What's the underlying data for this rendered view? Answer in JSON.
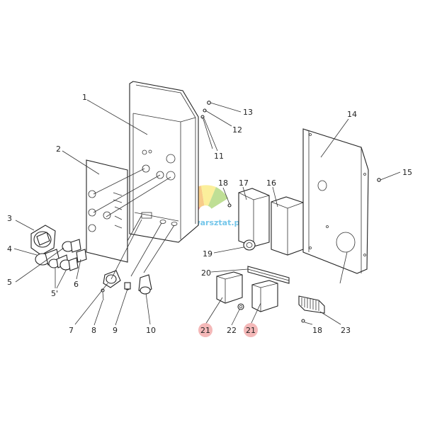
{
  "watermark": {
    "text": "RZwarsztat.pl",
    "colors": [
      "#e8423f",
      "#f4a32b",
      "#f8e24b",
      "#8cc63f",
      "#2aa8df"
    ]
  },
  "highlight_color": "#f4b8b8",
  "callouts": [
    {
      "id": "c1",
      "text": "1"
    },
    {
      "id": "c2",
      "text": "2"
    },
    {
      "id": "c3",
      "text": "3"
    },
    {
      "id": "c4",
      "text": "4"
    },
    {
      "id": "c5",
      "text": "5"
    },
    {
      "id": "c5p",
      "text": "5'"
    },
    {
      "id": "c6",
      "text": "6"
    },
    {
      "id": "c7",
      "text": "7"
    },
    {
      "id": "c8",
      "text": "8"
    },
    {
      "id": "c9",
      "text": "9"
    },
    {
      "id": "c10",
      "text": "10"
    },
    {
      "id": "c11",
      "text": "11"
    },
    {
      "id": "c12",
      "text": "12"
    },
    {
      "id": "c13",
      "text": "13"
    },
    {
      "id": "c14",
      "text": "14"
    },
    {
      "id": "c15",
      "text": "15"
    },
    {
      "id": "c16",
      "text": "16"
    },
    {
      "id": "c17",
      "text": "17"
    },
    {
      "id": "c18a",
      "text": "18"
    },
    {
      "id": "c18b",
      "text": "18"
    },
    {
      "id": "c19",
      "text": "19"
    },
    {
      "id": "c20",
      "text": "20"
    },
    {
      "id": "c21a",
      "text": "21"
    },
    {
      "id": "c21b",
      "text": "21"
    },
    {
      "id": "c22",
      "text": "22"
    },
    {
      "id": "c23",
      "text": "23"
    }
  ]
}
